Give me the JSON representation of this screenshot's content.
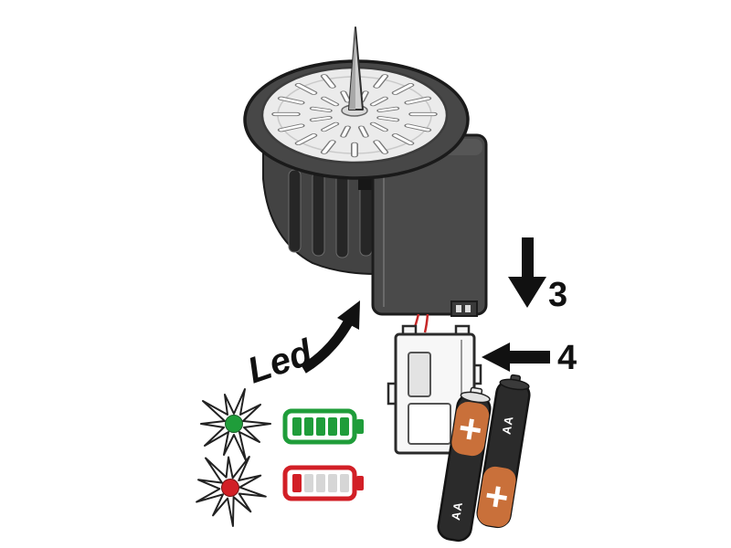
{
  "device": {
    "led_label": "Led"
  },
  "steps": {
    "three": "3",
    "four": "4"
  },
  "battery": {
    "size_label": "AA",
    "plus_label": "+"
  },
  "indicators": {
    "full": {
      "state": "full",
      "led_color": "#1f9d3a",
      "bars_filled": 5,
      "bars_total": 5
    },
    "low": {
      "state": "low",
      "led_color": "#d21f26",
      "bars_filled": 1,
      "bars_total": 5
    }
  },
  "colors": {
    "bar_empty": "#d6d6d6",
    "battery_accent": "#c9703a",
    "wire": "#c62828",
    "arrow": "#111111",
    "device_dark": "#474747"
  }
}
